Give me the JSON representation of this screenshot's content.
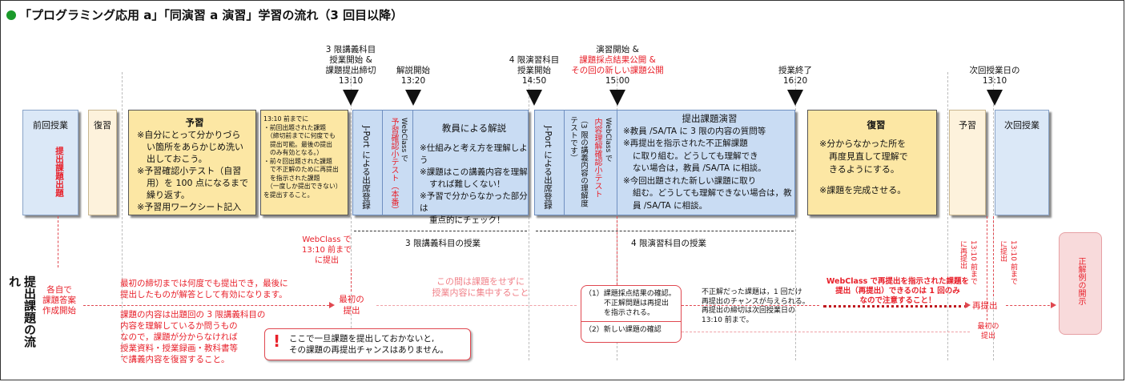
{
  "title": "「プログラミング応用 a」「同演習 a 演習」学習の流れ（3 回目以降）",
  "timeline": [
    {
      "lines": [
        "3 限講義科目",
        "授業開始 &",
        "課題提出締切"
      ],
      "time": "13:10"
    },
    {
      "lines": [
        "解説開始"
      ],
      "time": "13:20"
    },
    {
      "lines": [
        "4 限演習科目",
        "授業開始"
      ],
      "time": "14:50"
    },
    {
      "lines": [
        "演習開始 &"
      ],
      "red_lines": [
        "課題採点結果公開 &",
        "その回の新しい課題公開"
      ],
      "time": "15:00"
    },
    {
      "lines": [
        "授業終了"
      ],
      "time": "16:20"
    },
    {
      "lines": [
        "次回授業日の"
      ],
      "time": "13:10"
    }
  ],
  "boxes": {
    "prev_class": "前回授業",
    "prev_review": "復習",
    "prev_assignment_v": "提出課題出題",
    "prep_title": "予習",
    "prep_lines": [
      "※自分にとって分かりづら",
      "い箇所をあらかじめ洗い",
      "出しておこう。",
      "※予習確認小テスト（自習",
      "用）を 100 点になるまで",
      "繰り返す。",
      "※予習用ワークシート記入"
    ],
    "before_title": "13:10 前までに",
    "before_lines": [
      "・前回出題された課題",
      "（締切前までに何度でも",
      "提出可能。最後の提出",
      "のみ有効となる。）",
      "・前々回出題された課題",
      "で不正解のために再提出",
      "を指示された課題",
      "（一度しか提出できない）",
      "を提出すること。"
    ],
    "attend1": "J-Port による出席登録",
    "webclass1_a": "WebClass で",
    "webclass1_b": "予習確認小テスト（本番）",
    "lecture_title": "教員による解説",
    "lecture_lines": [
      "※仕組みと考え方を理解しよう",
      "※課題はこの講義内容を理解",
      "すれば難しくない！",
      "※予習で分からなかった部分は",
      "重点的にチェック！"
    ],
    "attend2": "J-Port による出席登録",
    "webclass2_a": "WebClass で",
    "webclass2_b": "内容理解確認小テスト",
    "webclass2_c": "（3 限の講義内容の理解度テストです）",
    "exercise_title": "提出課題演習",
    "exercise_lines": [
      "※教員 /SA/TA に 3 限の内容の質問等",
      "※再提出を指示された不正解課題",
      "に取り組む。どうしても理解でき",
      "ない場合は，教員 /SA/TA に相談。",
      "※今回出題された新しい課題に取り",
      "組む。どうしても理解できない場合は，教員 /SA/TA に相談。"
    ],
    "review_title": "復習",
    "review_lines": [
      "※分からなかった所を",
      "再度見直して理解で",
      "きるようにする。",
      "",
      "※課題を完成させる。"
    ],
    "next_prep": "予習",
    "next_class": "次回授業"
  },
  "ranges": {
    "lecture": "3 限講義科目の授業",
    "exercise": "4 限演習科目の授業"
  },
  "flow": {
    "side_label": "提出課題の流れ",
    "webclass_note": [
      "WebClass で",
      "13:10 前まで",
      "に提出"
    ],
    "self_ans": [
      "各自で",
      "課題答案",
      "作成開始"
    ],
    "red_note1": [
      "最初の締切までは何度でも提出でき，最後に",
      "提出したものが解答として有効になります。"
    ],
    "red_note2": [
      "課題の内容は出題回の 3 限講義科目の",
      "内容を理解しているか問うもの",
      "なので，課題が分からなければ",
      "授業資料・授業録画・教科書等",
      "で講義内容を復習すること。"
    ],
    "first_submit": [
      "最初の",
      "提出"
    ],
    "warning": [
      "ここで一旦課題を提出しておかないと,",
      "その課題の再提出チャンスはありません。"
    ],
    "no_submit": [
      "この間は課題をせずに",
      "授業内容に集中すること"
    ],
    "check1": [
      "（1）課題採点結果の確認。",
      "不正解問題は再提出",
      "を指示される。"
    ],
    "check2": "（2）新しい課題の確認",
    "resubmit_note": [
      "不正解だった課題は，1 回だけ",
      "再提出のチャンスが与えられる。",
      "再提出の締切は次回授業日の",
      "13:10 前まで。"
    ],
    "warn_bold": [
      "WebClass で再提出を指示された課題を",
      "提出（再提出）できるのは 1 回のみ",
      "なので注意すること！"
    ],
    "resubmit": "再提出",
    "first_submit2": [
      "最初の",
      "提出"
    ],
    "v_note_a": "13:10 前までに再提出",
    "v_note_b": "13:10 前までに提出",
    "answer_show": "正解例の開示"
  }
}
